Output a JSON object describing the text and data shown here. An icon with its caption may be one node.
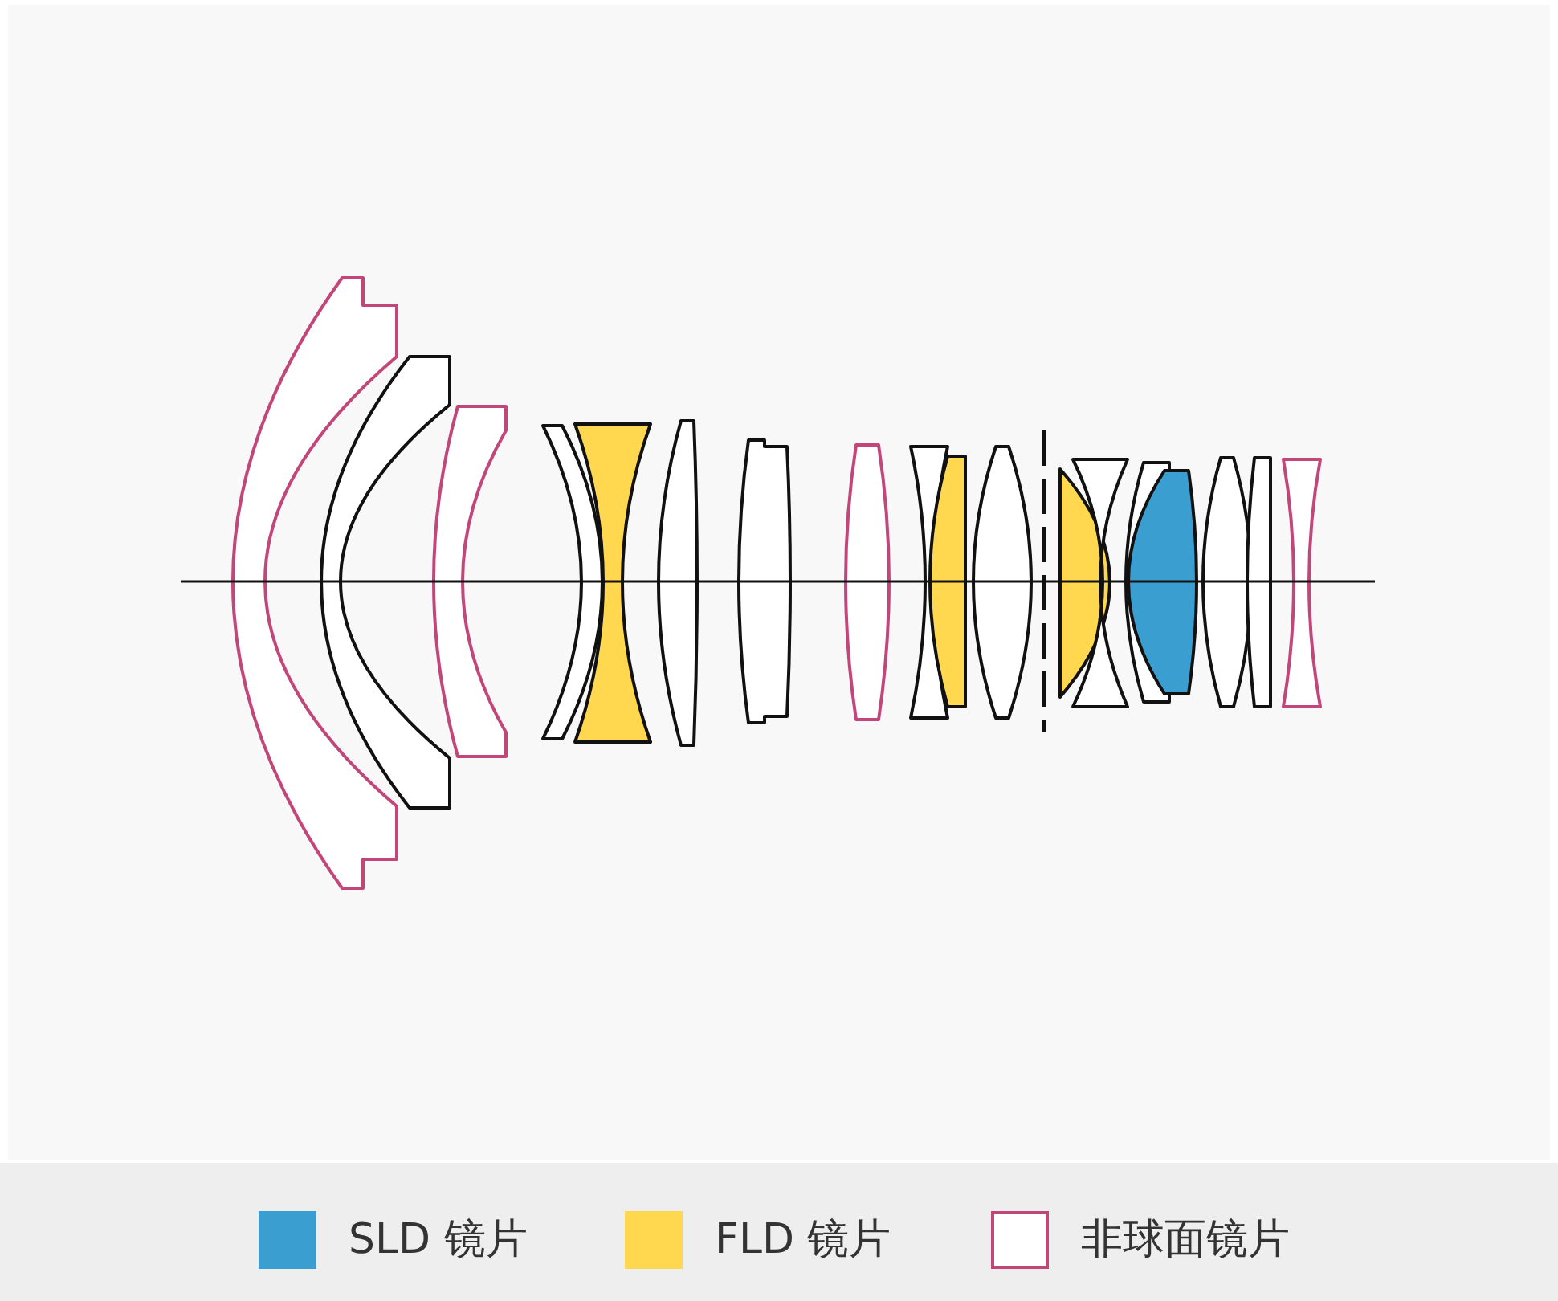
{
  "diagram": {
    "legend": [
      {
        "text": "SLD 镜片",
        "color": "#3a9fd0"
      },
      {
        "text": "FLD 镜片",
        "color": "#ffd84f"
      },
      {
        "text": "非球面镜片"
      }
    ]
  }
}
